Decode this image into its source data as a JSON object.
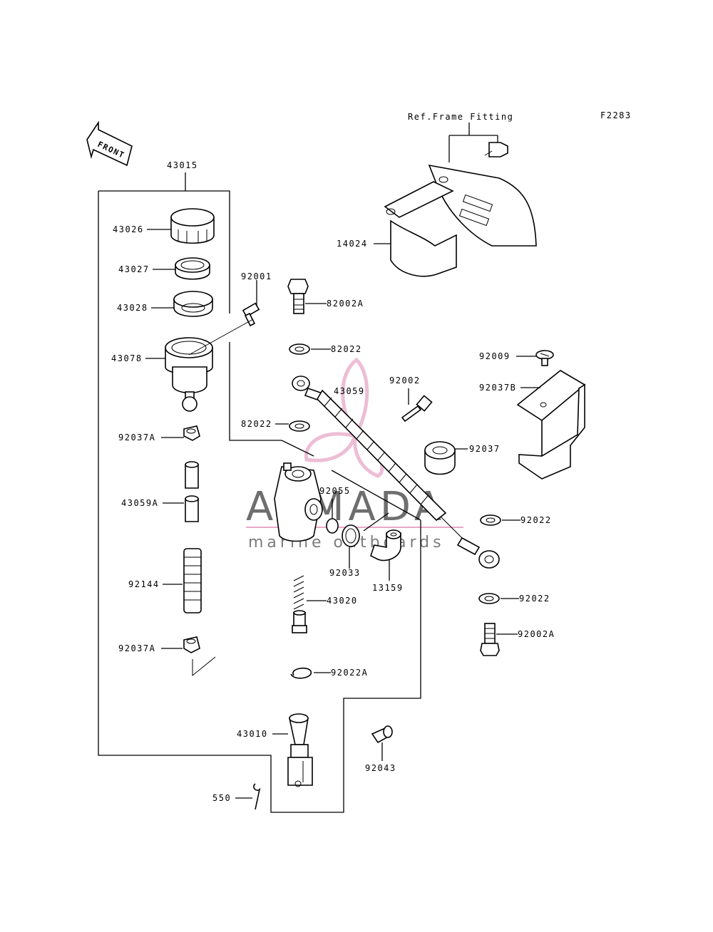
{
  "figure_code": "F2283",
  "ref_label": "Ref.Frame Fitting",
  "front_label": "FRONT",
  "watermark": {
    "brand": "ARMADA",
    "tagline": "marine outboards",
    "accent_color": "#e8a8c8"
  },
  "labels": {
    "p43015": "43015",
    "p43026": "43026",
    "p43027": "43027",
    "p43028": "43028",
    "p43078": "43078",
    "p92037A_top": "92037A",
    "p43059A": "43059A",
    "p92144": "92144",
    "p92037A_bottom": "92037A",
    "p92001": "92001",
    "p82002A": "82002A",
    "p82022_top": "82022",
    "p82022_mid": "82022",
    "p43059": "43059",
    "p92002": "92002",
    "p92055": "92055",
    "p92033": "92033",
    "p13159": "13159",
    "p43020": "43020",
    "p92022A": "92022A",
    "p43010": "43010",
    "p550": "550",
    "p92043": "92043",
    "p14024": "14024",
    "p92009": "92009",
    "p92037B": "92037B",
    "p92037": "92037",
    "p92022_a": "92022",
    "p92022_b": "92022",
    "p92002A": "92002A"
  }
}
